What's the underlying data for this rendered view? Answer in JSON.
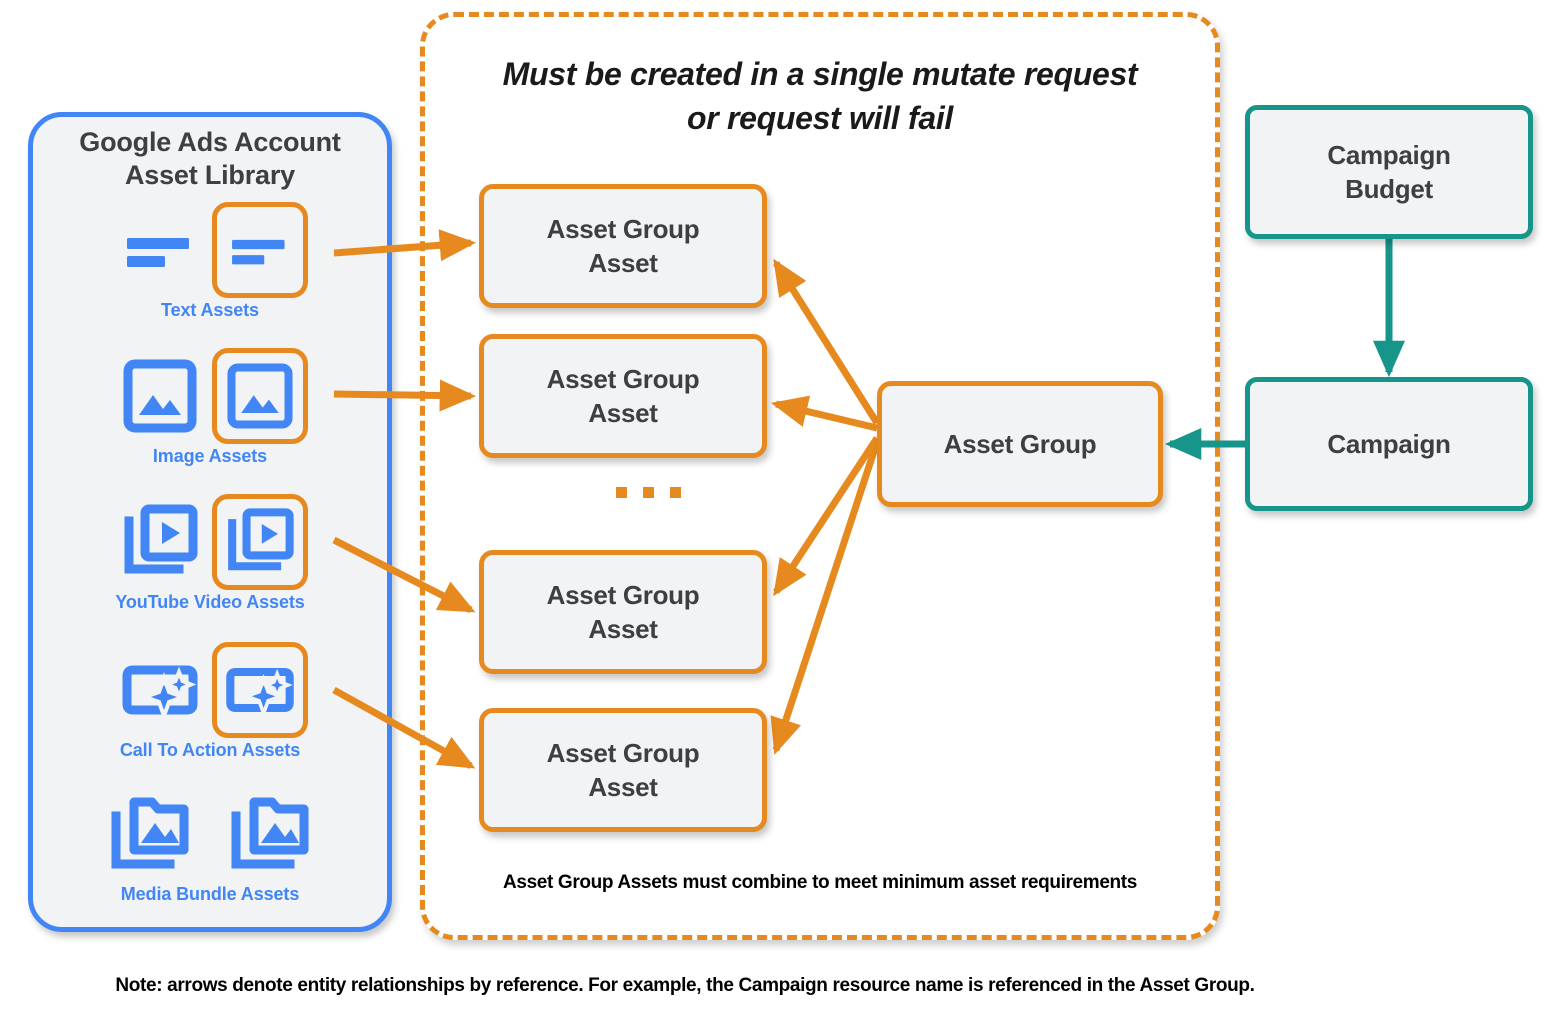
{
  "library": {
    "title_line1": "Google Ads Account",
    "title_line2": "Asset Library",
    "accent_color": "#4285f4",
    "panel_bg": "#f1f3f4",
    "assets": [
      {
        "label": "Text Assets",
        "icon": "text-lines-icon",
        "highlighted_index": 1
      },
      {
        "label": "Image Assets",
        "icon": "image-icon",
        "highlighted_index": 1
      },
      {
        "label": "YouTube Video  Assets",
        "icon": "video-stack-icon",
        "highlighted_index": 1
      },
      {
        "label": "Call To Action Assets",
        "icon": "call-to-action-sparkle-icon",
        "highlighted_index": 1
      },
      {
        "label": "Media Bundle  Assets",
        "icon": "media-bundle-folder-icon",
        "highlighted_index": -1
      }
    ]
  },
  "mutate_group": {
    "heading": "Must be created in a single mutate request or request will fail",
    "heading_line1": "Must be created in a single mutate request",
    "heading_line2": "or request will fail",
    "footnote": "Asset Group Assets must combine to meet minimum asset requirements",
    "border_color": "#e68a1f",
    "border_style": "dashed",
    "asset_group_assets": [
      {
        "label_line1": "Asset Group",
        "label_line2": "Asset"
      },
      {
        "label_line1": "Asset Group",
        "label_line2": "Asset"
      },
      {
        "label_line1": "Asset Group",
        "label_line2": "Asset"
      },
      {
        "label_line1": "Asset Group",
        "label_line2": "Asset"
      }
    ],
    "ellipsis": "..."
  },
  "nodes": {
    "asset_group": {
      "label": "Asset Group",
      "color": "#e68a1f"
    },
    "campaign_budget": {
      "label_line1": "Campaign",
      "label_line2": "Budget",
      "color": "#17958a"
    },
    "campaign": {
      "label": "Campaign",
      "color": "#17958a"
    }
  },
  "note": "Note: arrows denote entity relationships by reference. For example, the Campaign resource name is referenced in the Asset Group.",
  "colors": {
    "orange": "#e68a1f",
    "blue": "#4285f4",
    "teal": "#17958a",
    "node_fill": "#f1f3f4",
    "text_dark": "#3c4043"
  }
}
